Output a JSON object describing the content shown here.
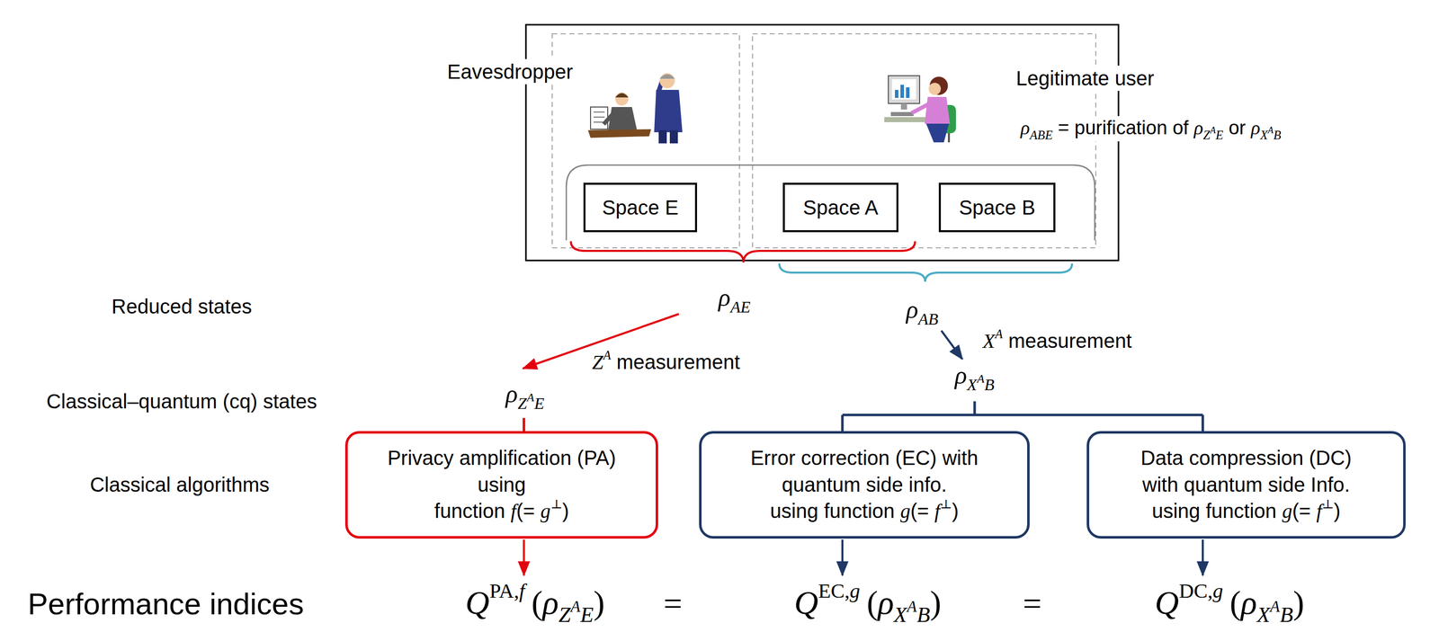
{
  "diagram": {
    "nodes": [
      {
        "text": [
          "Space E"
        ]
      },
      {
        "text": [
          "Space A"
        ]
      },
      {
        "text": [
          "Space B"
        ]
      },
      {
        "text": [
          "Privacy amplification (PA) using function f(= g⊥)"
        ]
      },
      {
        "text": [
          "Error correction (EC) with quantum side info. using function g(= f⊥)"
        ]
      },
      {
        "text": [
          "Data compression (DC) with quantum side Info. using function g(= f⊥)"
        ]
      }
    ],
    "labels": [
      "Eavesdropper",
      "Legitimate user",
      "ρABE = purification of ρZAE or ρXAB",
      "Reduced states",
      "ρAE",
      "ρAB",
      "ZA measurement",
      "XA measurement",
      "Classical–quantum (cq) states",
      "ρZAE",
      "ρXAB",
      "Classical algorithms",
      "Performance indices",
      "QPA,f(ρZAE)",
      "=",
      "QEC,g(ρXAB)",
      "=",
      "QDC,g(ρXAB)"
    ]
  }
}
